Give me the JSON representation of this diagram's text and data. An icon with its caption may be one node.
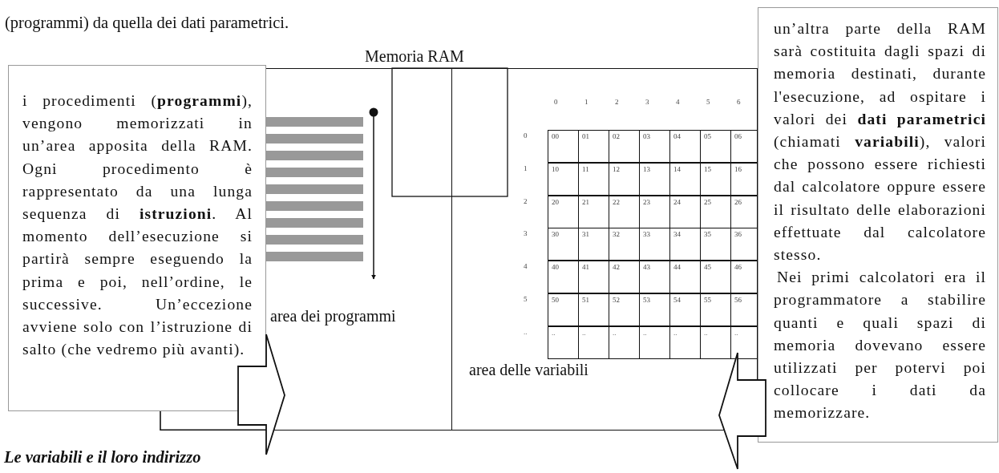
{
  "diagram": {
    "nodes": [
      {
        "text": [
          "i procedimenti (**programmi**), vengono memorizzati in un’area apposita della RAM. Ogni procedimento è rappresentato da una lunga sequenza di **istruzioni**. Al momento dell’esecuzione si partirà sempre eseguendo la prima e poi, nell’ordine, le successive. Un’eccezione avviene solo con l’istruzione di salto (che vedremo più avanti)."
        ]
      },
      {
        "text": [
          "Memoria RAM"
        ]
      },
      {
        "text": [
          "area dei programmi"
        ],
        "in": 1
      },
      {
        "text": [
          "area delle variabili"
        ],
        "in": 1
      },
      {
        "text": [
          "un’altra parte della RAM sarà costituita dagli spazi di memoria destinati, durante l'esecuzione, ad ospitare i valori dei **dati parametrici** (chiamati **variabili**), valori che possono essere richiesti dal calcolatore oppure essere il risultato delle elaborazioni effettuate dal calcolatore stesso.",
          "Nei primi calcolatori era il programmatore a stabilire quanti e quali spazi di memoria dovevano essere utilizzati per potervi poi collocare i dati da memorizzare."
        ]
      }
    ],
    "edges": [
      {
        "from": 0,
        "to": 2,
        "arrow": "to"
      },
      {
        "from": 4,
        "to": 3,
        "arrow": "to"
      }
    ],
    "labels": [
      "(programmi) da quella dei dati parametrici.",
      "0",
      "1",
      "2",
      "3",
      "4",
      "5",
      "6",
      "0",
      "00",
      "01",
      "02",
      "03",
      "04",
      "05",
      "06",
      "1",
      "10",
      "11",
      "12",
      "13",
      "14",
      "15",
      "16",
      "2",
      "20",
      "21",
      "22",
      "23",
      "24",
      "25",
      "26",
      "3",
      "30",
      "31",
      "32",
      "33",
      "34",
      "35",
      "36",
      "4",
      "40",
      "41",
      "42",
      "43",
      "44",
      "45",
      "46",
      "5",
      "50",
      "51",
      "52",
      "53",
      "54",
      "55",
      "56",
      "..",
      "..",
      "..",
      "..",
      "..",
      "..",
      "..",
      "..",
      "Le variabili e il loro indirizzo"
    ]
  }
}
